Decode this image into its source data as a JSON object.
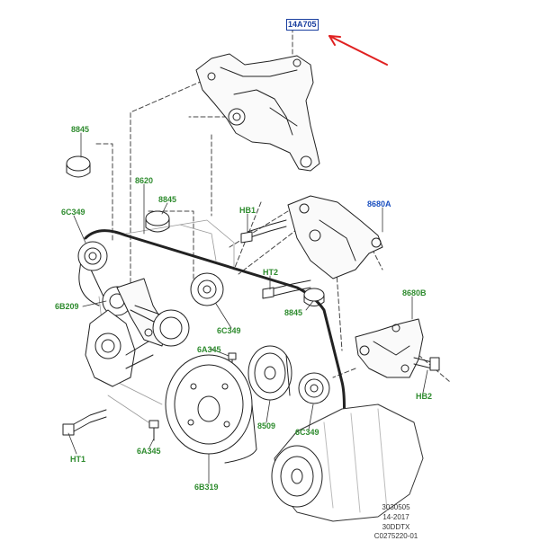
{
  "highlighted_part": "14A705",
  "labels": {
    "p8845_a": "8845",
    "p8620": "8620",
    "p8845_b": "8845",
    "p6c349_a": "6C349",
    "hb1": "HB1",
    "p8680a": "8680A",
    "ht2": "HT2",
    "p8680b": "8680B",
    "p8845_c": "8845",
    "p6b209": "6B209",
    "p6c349_b": "6C349",
    "p6a345_a": "6A345",
    "hb2": "HB2",
    "p8509": "8509",
    "p6c349_c": "6C349",
    "ht1": "HT1",
    "p6a345_b": "6A345",
    "p6b319": "6B319"
  },
  "reference": {
    "line1": "3030505",
    "line2": "14-2017",
    "line3": "30DDTX",
    "line4": "C0275220-01"
  },
  "colors": {
    "callout_green": "#2e8b2e",
    "callout_blue": "#1a4fbf",
    "arrow_red": "#e02020"
  }
}
